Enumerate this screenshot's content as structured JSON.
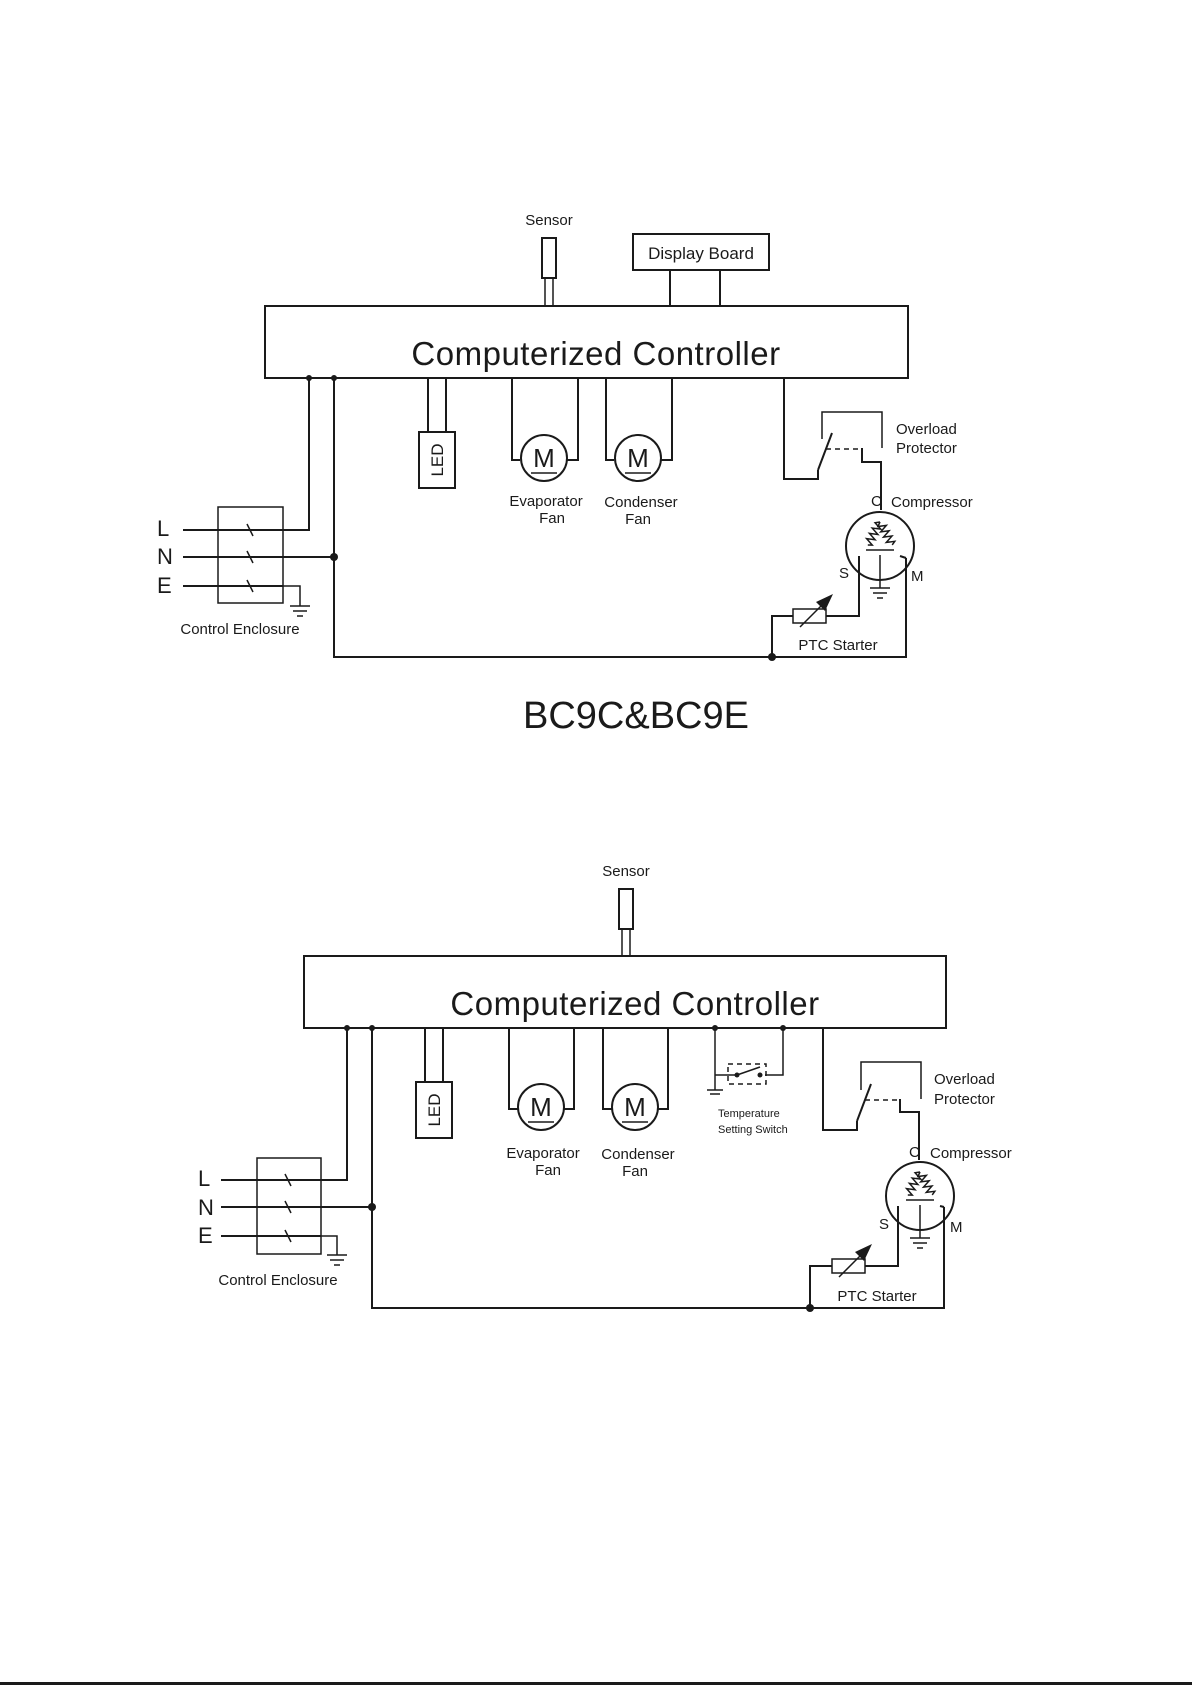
{
  "colors": {
    "line": "#1a1a1a",
    "background": "#ffffff"
  },
  "diagram1": {
    "sensor": "Sensor",
    "display_board": "Display Board",
    "controller": "Computerized Controller",
    "led": "LED",
    "motor_symbol": "M",
    "evaporator_fan_line1": "Evaporator",
    "evaporator_fan_line2": "Fan",
    "condenser_fan_line1": "Condenser",
    "condenser_fan_line2": "Fan",
    "overload_line1": "Overload",
    "overload_line2": "Protector",
    "compressor": "Compressor",
    "terminal_c": "C",
    "terminal_s": "S",
    "terminal_m": "M",
    "ptc_starter": "PTC Starter",
    "line_l": "L",
    "line_n": "N",
    "line_e": "E",
    "control_enclosure": "Control Enclosure"
  },
  "model_title": "BC9C&BC9E",
  "diagram2": {
    "sensor": "Sensor",
    "controller": "Computerized Controller",
    "led": "LED",
    "motor_symbol": "M",
    "evaporator_fan_line1": "Evaporator",
    "evaporator_fan_line2": "Fan",
    "condenser_fan_line1": "Condenser",
    "condenser_fan_line2": "Fan",
    "temp_switch_line1": "Temperature",
    "temp_switch_line2": "Setting Switch",
    "overload_line1": "Overload",
    "overload_line2": "Protector",
    "compressor": "Compressor",
    "terminal_c": "C",
    "terminal_s": "S",
    "terminal_m": "M",
    "ptc_starter": "PTC Starter",
    "line_l": "L",
    "line_n": "N",
    "line_e": "E",
    "control_enclosure": "Control Enclosure"
  }
}
